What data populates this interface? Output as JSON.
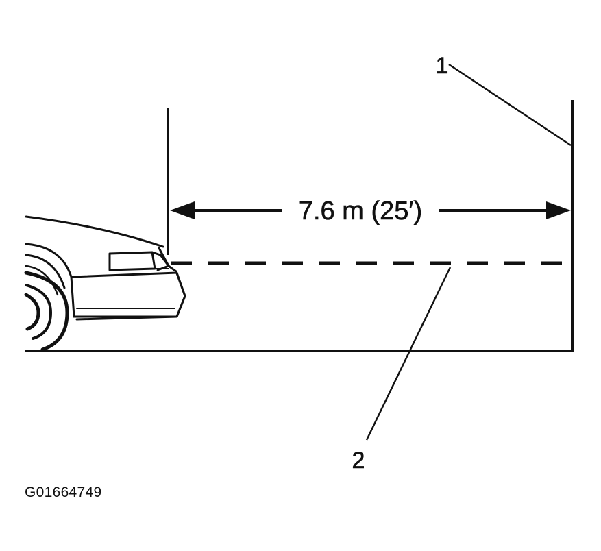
{
  "diagram": {
    "dimension_label": "7.6 m (25′)",
    "callout_1": "1",
    "callout_2": "2",
    "figure_id": "G01664749"
  }
}
